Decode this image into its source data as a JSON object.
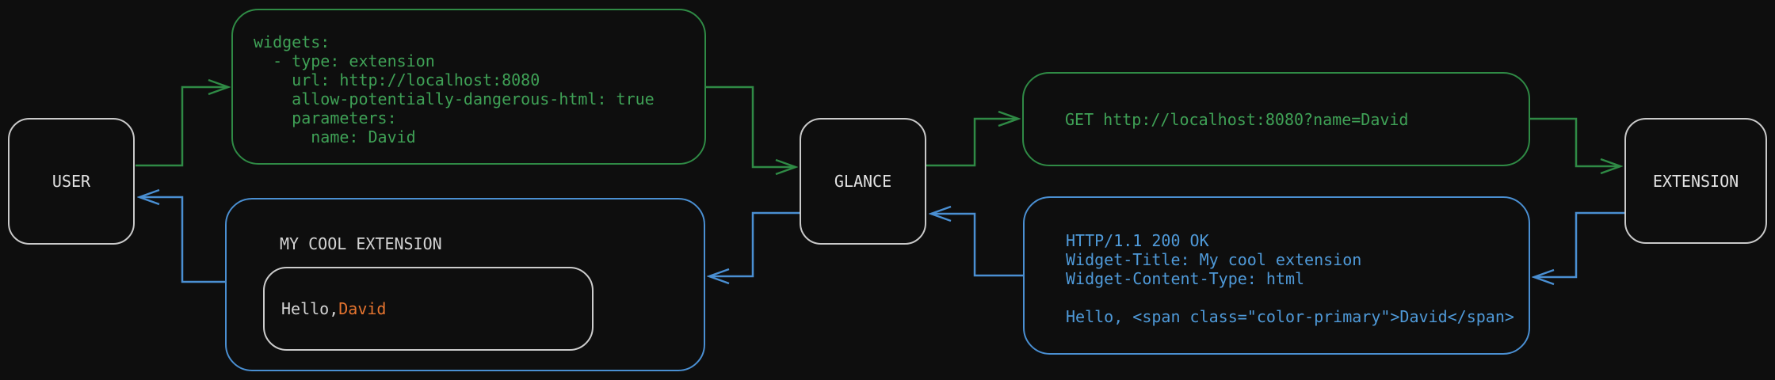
{
  "colors": {
    "bg": "#0e0e0e",
    "green_line": "#2f8a45",
    "green_text": "#3fa156",
    "blue_line": "#4a8fd2",
    "blue_text": "#4f9ad9",
    "orange": "#e5742f",
    "node_border": "#c9c9c9",
    "node_label": "#e2e2e2",
    "muted_text": "#d4d4d4",
    "inner_border": "#cccccc"
  },
  "nodes": {
    "user": {
      "label": "USER"
    },
    "glance": {
      "label": "GLANCE"
    },
    "extension": {
      "label": "EXTENSION"
    }
  },
  "config_box": {
    "code": "widgets:\n  - type: extension\n    url: http://localhost:8080\n    allow-potentially-dangerous-html: true\n    parameters:\n      name: David"
  },
  "request_box": {
    "code": "GET http://localhost:8080?name=David"
  },
  "response_box": {
    "code": "HTTP/1.1 200 OK\nWidget-Title: My cool extension\nWidget-Content-Type: html\n\nHello, <span class=\"color-primary\">David</span>"
  },
  "widget_box": {
    "title": "MY COOL EXTENSION",
    "greeting_prefix": "Hello, ",
    "greeting_name": "David"
  },
  "edges": [
    {
      "from": "user",
      "to": "config-box",
      "color": "green"
    },
    {
      "from": "config-box",
      "to": "glance",
      "color": "green"
    },
    {
      "from": "glance",
      "to": "request-box",
      "color": "green"
    },
    {
      "from": "request-box",
      "to": "extension",
      "color": "green"
    },
    {
      "from": "extension",
      "to": "response-box",
      "color": "blue"
    },
    {
      "from": "response-box",
      "to": "glance",
      "color": "blue"
    },
    {
      "from": "glance",
      "to": "widget-box",
      "color": "blue"
    },
    {
      "from": "widget-box",
      "to": "user",
      "color": "blue"
    }
  ]
}
